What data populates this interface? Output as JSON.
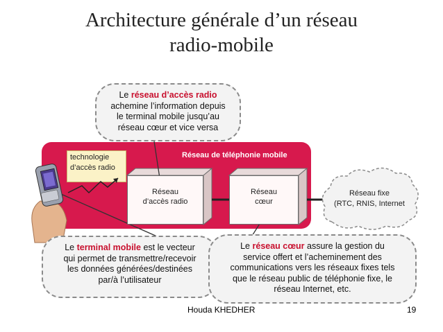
{
  "slide": {
    "title_line1": "Architecture générale d’un réseau",
    "title_line2": "radio-mobile",
    "author": "Houda KHEDHER",
    "page_number": "19"
  },
  "diagram": {
    "access_bubble": {
      "prefix": "Le ",
      "highlight": "réseau d’accès radio",
      "line2": "achemine l’information depuis",
      "line3": "le terminal mobile jusqu’au",
      "line4": "réseau cœur et vice versa"
    },
    "band_title": "Réseau de téléphonie mobile",
    "tech_label_line1": "technologie",
    "tech_label_line2": "d’accès radio",
    "access_box_line1": "Réseau",
    "access_box_line2": "d’accès radio",
    "core_box_line1": "Réseau",
    "core_box_line2": "cœur",
    "fixed_cloud_line1": "Réseau fixe",
    "fixed_cloud_line2": "(RTC, RNIS, Internet",
    "terminal_bubble": {
      "prefix": "Le ",
      "highlight": "terminal mobile",
      "suffix": " est le vecteur",
      "line2": "qui permet de transmettre/recevoir",
      "line3": "les données générées/destinées",
      "line4": "par/à l’utilisateur"
    },
    "core_bubble": {
      "prefix": "Le ",
      "highlight": "réseau cœur",
      "suffix": " assure la gestion du",
      "line2": "service offert et l’acheminement des",
      "line3": "communications vers les réseaux fixes tels",
      "line4": "que le réseau public de téléphonie fixe, le",
      "line5": "réseau Internet, etc."
    },
    "colors": {
      "band": "#d7194d",
      "highlight": "#c8102e",
      "tech_label_bg": "#fbf2c7"
    }
  }
}
